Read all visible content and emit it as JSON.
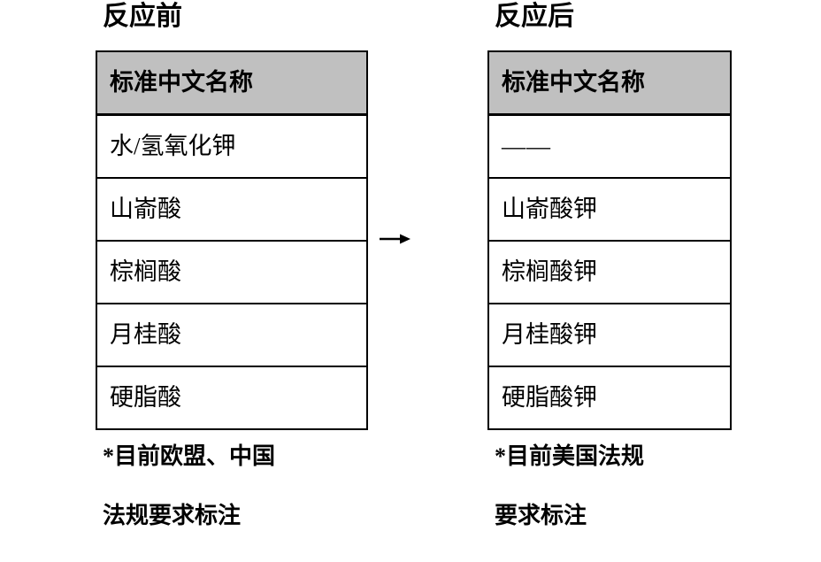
{
  "figure": {
    "header_label": "标准中文名称",
    "arrow_icon": "right-arrow-icon"
  },
  "before": {
    "title": "反应前",
    "header": "标准中文名称",
    "rows": [
      "水/氢氧化钾",
      "山嵛酸",
      "棕榈酸",
      "月桂酸",
      "硬脂酸"
    ],
    "footnote": {
      "line1": "*目前欧盟、中国",
      "line2": "法规要求标注"
    }
  },
  "after": {
    "title": "反应后",
    "header": "标准中文名称",
    "rows": [
      "——",
      "山嵛酸钾",
      "棕榈酸钾",
      "月桂酸钾",
      "硬脂酸钾"
    ],
    "footnote": {
      "line1": "*目前美国法规",
      "line2": "要求标注"
    }
  },
  "colors": {
    "header_fill": "#C0C0C0",
    "border": "#000000",
    "text": "#000000",
    "background": "#FFFFFF"
  }
}
